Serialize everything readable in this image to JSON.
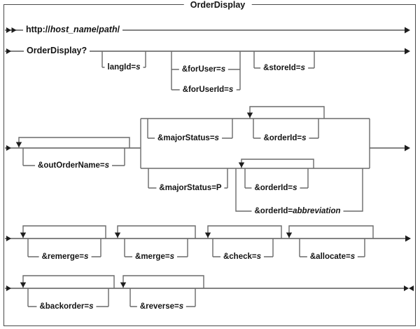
{
  "diagram": {
    "title": "OrderDisplay",
    "url": {
      "pre": "http://",
      "host": "host_name",
      "sep": "/",
      "path": "path",
      "end": "/"
    },
    "command": "OrderDisplay?"
  },
  "params": {
    "langId": {
      "pre": "langId=",
      "var": "s"
    },
    "forUser": {
      "pre": "&forUser=",
      "var": "s"
    },
    "forUserId": {
      "pre": "&forUserId=",
      "var": "s"
    },
    "storeId": {
      "pre": "&storeId=",
      "var": "s"
    },
    "outOrderName": {
      "pre": "&outOrderName=",
      "var": "s"
    },
    "majorStatusS": {
      "pre": "&majorStatus=",
      "var": "s"
    },
    "orderIdTop": {
      "pre": "&orderId=",
      "var": "s"
    },
    "majorStatusP": {
      "pre": "&majorStatus=P",
      "var": ""
    },
    "orderIdLower": {
      "pre": "&orderId=",
      "var": "s"
    },
    "orderIdAbbr": {
      "pre": "&orderId=",
      "var": "abbreviation"
    },
    "remerge": {
      "pre": "&remerge=",
      "var": "s"
    },
    "merge": {
      "pre": "&merge=",
      "var": "s"
    },
    "check": {
      "pre": "&check=",
      "var": "s"
    },
    "allocate": {
      "pre": "&allocate=",
      "var": "s"
    },
    "backorder": {
      "pre": "&backorder=",
      "var": "s"
    },
    "reverse": {
      "pre": "&reverse=",
      "var": "s"
    }
  },
  "colors": {
    "rail": "#5a5a5a",
    "arrow": "#1d1d1d",
    "text": "#141414",
    "border": "#4a4a4a",
    "background": "#ffffff"
  }
}
